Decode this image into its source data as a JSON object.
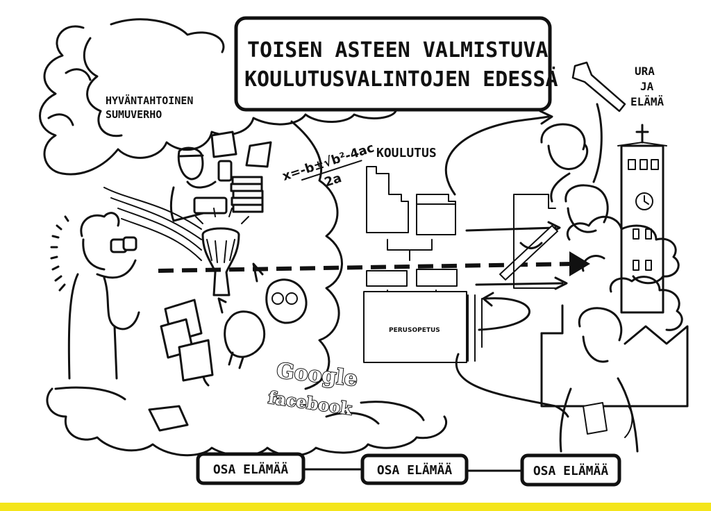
{
  "title": {
    "line1": "TOISEN ASTEEN VALMISTUVA",
    "line2": "KOULUTUSVALINTOJEN EDESSÄ"
  },
  "labels": {
    "fog_line1": "HYVÄNTAHTOINEN",
    "fog_line2": "SUMUVERHO",
    "education": "KOULUTUS",
    "career_line1": "URA",
    "career_line2": "JA",
    "career_line3": "ELÄMÄ",
    "basic_education": "PERUSOPETUS",
    "formula": "x=-b±√b²-4ac",
    "formula_denominator": "2a",
    "google": "Google",
    "facebook": "facebook"
  },
  "life_boxes": [
    {
      "label": "OSA ELÄMÄÄ"
    },
    {
      "label": "OSA ELÄMÄÄ"
    },
    {
      "label": "OSA ELÄMÄÄ"
    }
  ],
  "colors": {
    "ink": "#111111",
    "paper": "#ffffff",
    "accent_bar": "#f4e51a"
  }
}
